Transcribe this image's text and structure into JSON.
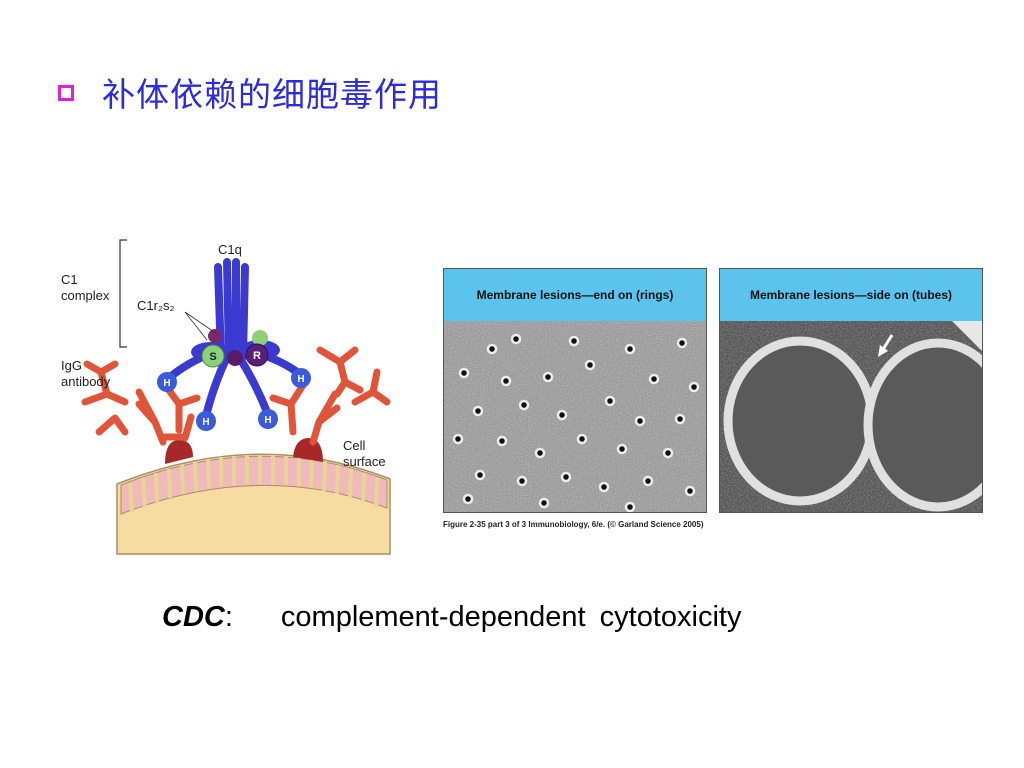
{
  "slide": {
    "title": "补体依赖的细胞毒作用"
  },
  "schematic": {
    "label_c1q": "C1q",
    "label_c1_line1": "C1",
    "label_c1_line2": "complex",
    "label_c1r2s2": "C1r₂s₂",
    "label_igg_line1": "IgG",
    "label_igg_line2": "antibody",
    "label_cell_line1": "Cell",
    "label_cell_line2": "surface",
    "subunit_s": "S",
    "subunit_r": "R",
    "head_h": "H"
  },
  "micrographs": [
    {
      "title": "Membrane lesions—end on (rings)"
    },
    {
      "title": "Membrane lesions—side on (tubes)"
    }
  ],
  "figure_credit": "Figure 2-35 part 3 of 3  Immunobiology, 6/e. (© Garland Science 2005)",
  "definition": {
    "abbr": "CDC",
    "sep": ":",
    "full": "complement-dependent  cytotoxicity"
  },
  "colors": {
    "title": "#2b2bd9",
    "bullet": "#e01ee0",
    "c1q": "#3a3ad0",
    "antibody": "#e0553a",
    "header": "#5cc3ec"
  }
}
